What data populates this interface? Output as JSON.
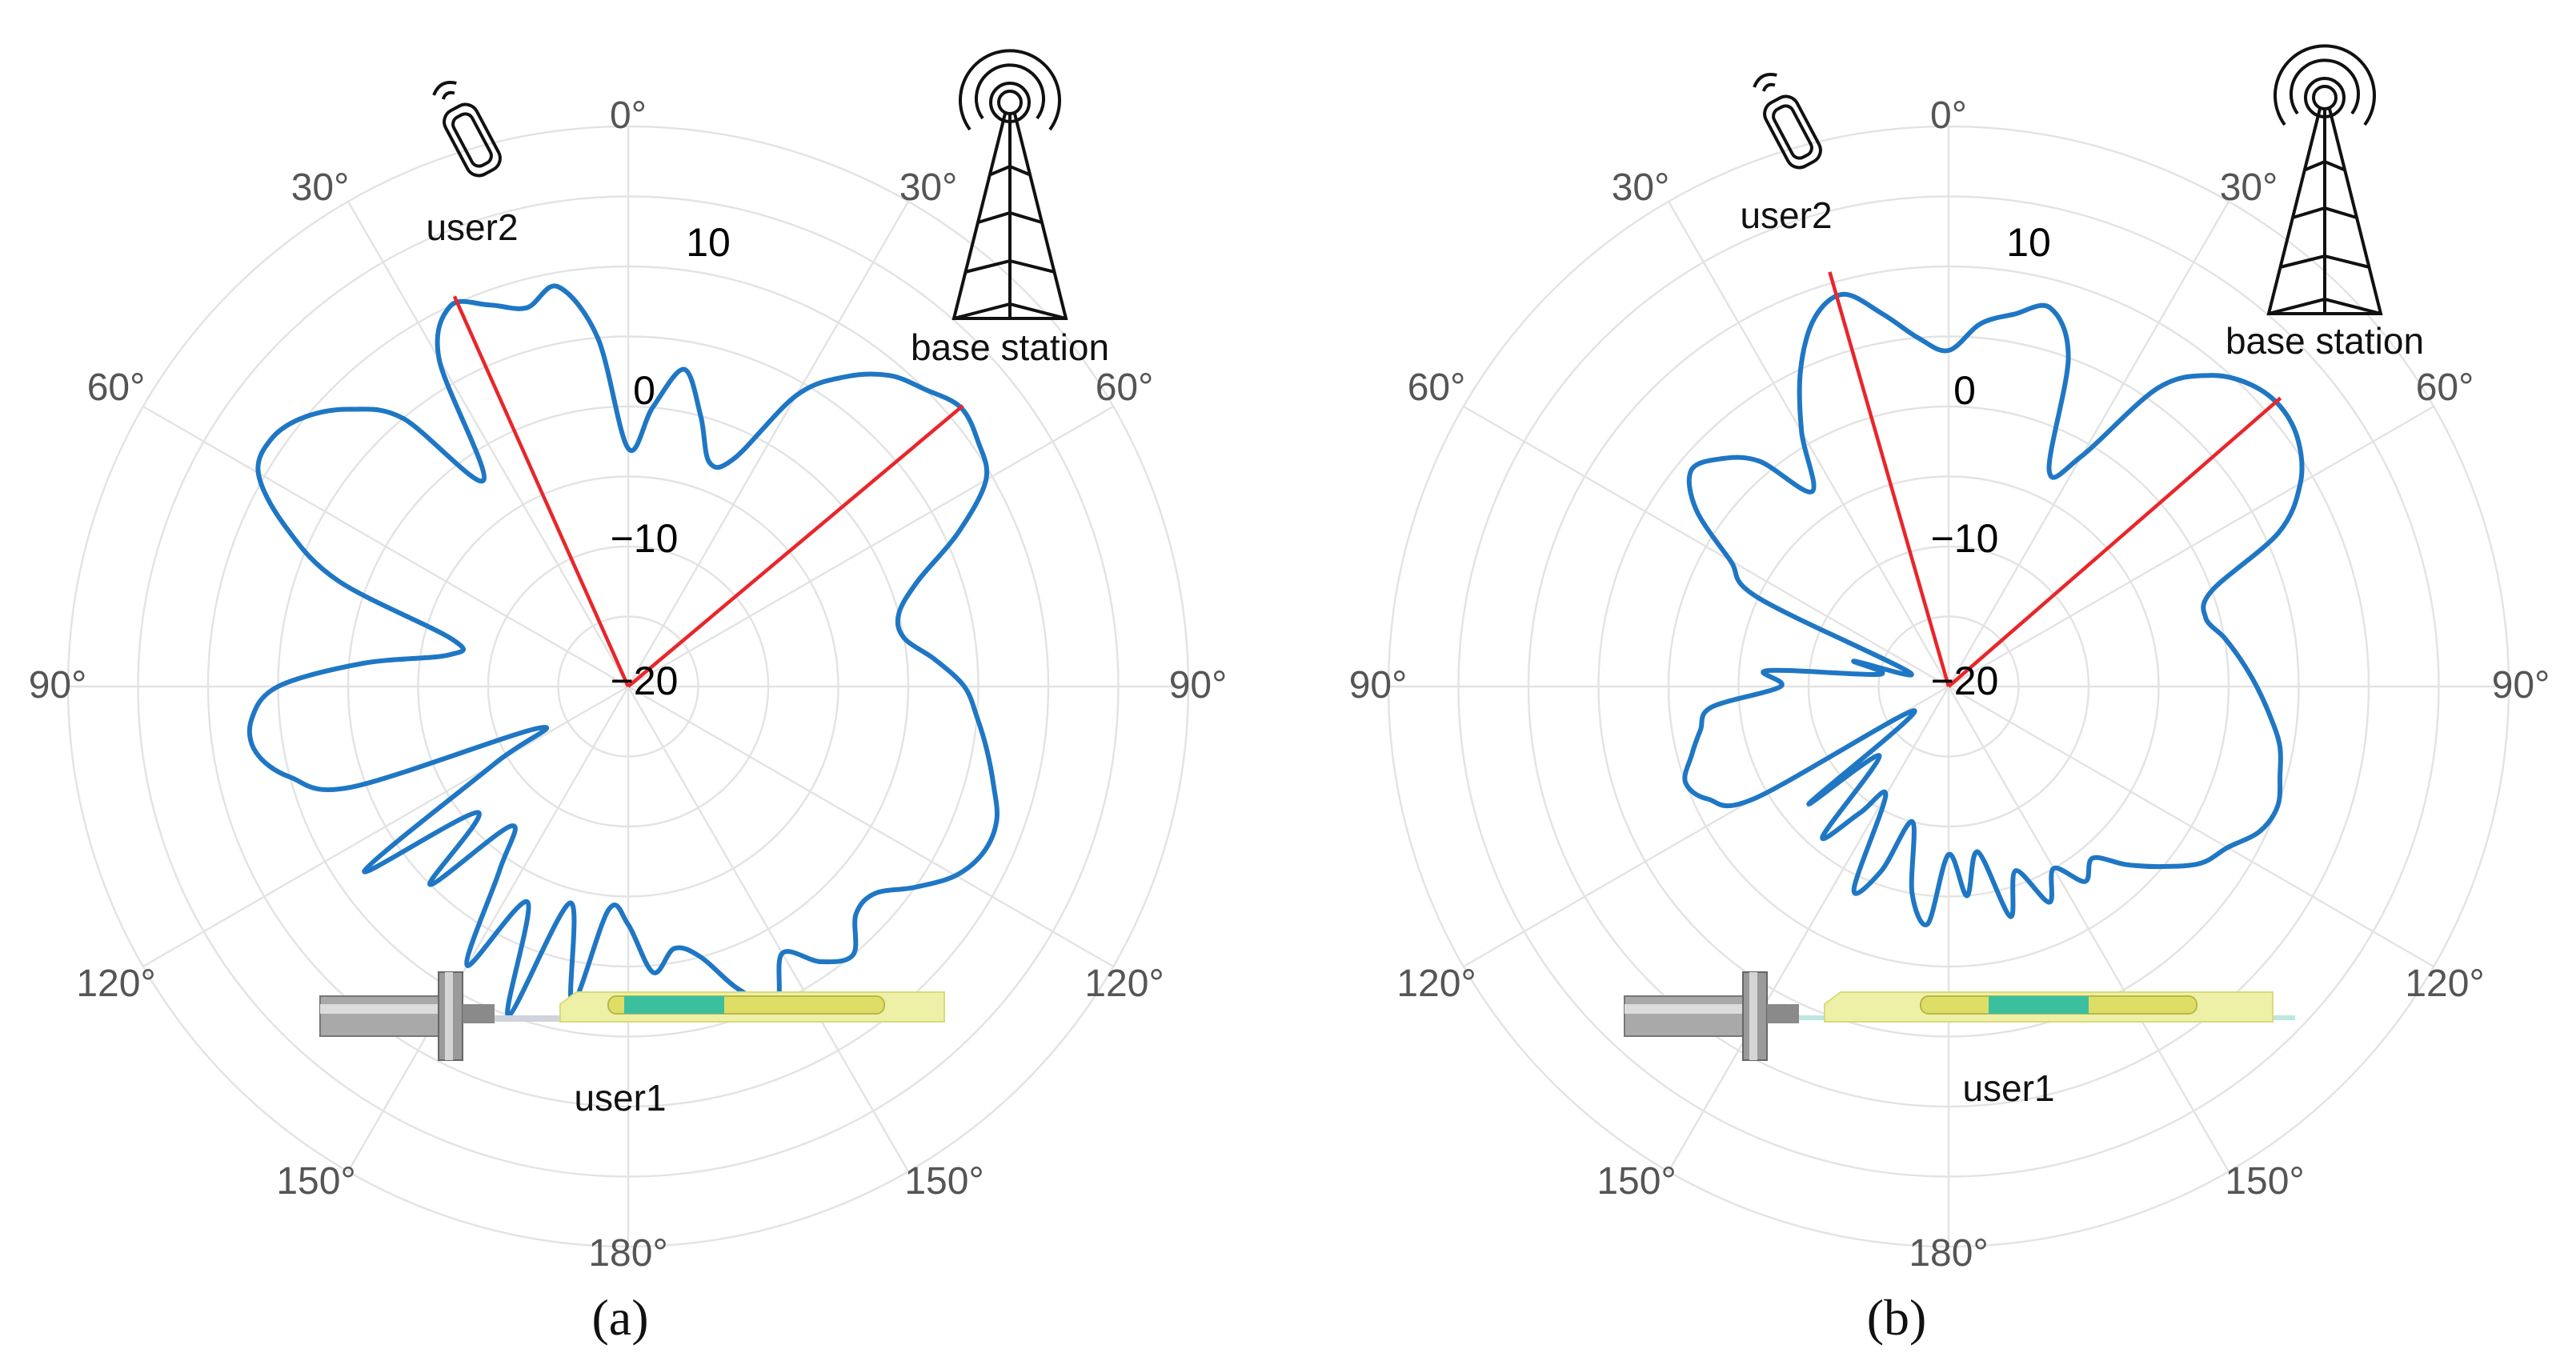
{
  "colors": {
    "pattern": "#1f77c4",
    "ray": "#e8262b",
    "grid": "#e3e3e3"
  },
  "icons": {
    "phone": "mobile-phone-icon",
    "tower": "base-station-tower-icon",
    "device": "spacecraft-device-icon"
  },
  "chart_data": [
    {
      "type": "polar-line",
      "panel_label": "(a)",
      "theta_labels": [
        "0°",
        "30°",
        "60°",
        "90°",
        "120°",
        "150°",
        "180°",
        "150°",
        "120°",
        "90°",
        "60°",
        "30°"
      ],
      "r_tick_labels": [
        "−20",
        "−10",
        "0",
        "10"
      ],
      "r_ticks": [
        -20,
        -10,
        0,
        10
      ],
      "r_range": [
        -20,
        20
      ],
      "grid": true,
      "annotations": {
        "user2": "user2",
        "base_station": "base station",
        "user1": "user1"
      },
      "rays": [
        {
          "target": "user2",
          "theta_deg": -24,
          "r": 10.5
        },
        {
          "target": "base station",
          "theta_deg": 50,
          "r": 11.2
        }
      ],
      "pattern": {
        "theta_deg": [
          0,
          5,
          10,
          15,
          20,
          25,
          30,
          35,
          40,
          45,
          50,
          55,
          60,
          65,
          70,
          75,
          80,
          85,
          90,
          95,
          100,
          105,
          110,
          115,
          120,
          125,
          130,
          135,
          140,
          145,
          150,
          155,
          160,
          165,
          170,
          175,
          180,
          185,
          190,
          195,
          200,
          205,
          210,
          215,
          220,
          225,
          230,
          235,
          240,
          245,
          250,
          255,
          260,
          265,
          270,
          275,
          280,
          285,
          290,
          295,
          300,
          305,
          310,
          315,
          320,
          325,
          330,
          335,
          340,
          345,
          350,
          355
        ],
        "r": [
          -3,
          0,
          3,
          0,
          -3,
          -2,
          4,
          7,
          9,
          10,
          11,
          10.5,
          9.5,
          6,
          2,
          0,
          0,
          2,
          4,
          5,
          6,
          7,
          8,
          8,
          7,
          5,
          3,
          3,
          5,
          4,
          2,
          5,
          3,
          0,
          -1,
          0.5,
          -3,
          -4,
          3,
          -4,
          5,
          -3,
          3,
          -4,
          -7,
          0,
          -6,
          3,
          -9,
          -13,
          1,
          5,
          7,
          7,
          5,
          -1,
          -7,
          -7,
          2,
          7,
          10.5,
          11,
          10,
          8,
          5,
          -2,
          7,
          10,
          9,
          8,
          9,
          5
        ]
      }
    },
    {
      "type": "polar-line",
      "panel_label": "(b)",
      "theta_labels": [
        "0°",
        "30°",
        "60°",
        "90°",
        "120°",
        "150°",
        "180°",
        "150°",
        "120°",
        "90°",
        "60°",
        "30°"
      ],
      "r_tick_labels": [
        "−20",
        "−10",
        "0",
        "10"
      ],
      "r_ticks": [
        -20,
        -10,
        0,
        10
      ],
      "r_range": [
        -20,
        20
      ],
      "grid": true,
      "annotations": {
        "user2": "user2",
        "base_station": "base station",
        "user1": "user1"
      },
      "rays": [
        {
          "target": "user2",
          "theta_deg": -16,
          "r": 10.8
        },
        {
          "target": "base station",
          "theta_deg": 49,
          "r": 11.4
        }
      ],
      "pattern": {
        "theta_deg": [
          0,
          5,
          10,
          15,
          20,
          25,
          30,
          35,
          40,
          45,
          50,
          55,
          60,
          65,
          70,
          75,
          80,
          85,
          90,
          95,
          100,
          105,
          110,
          115,
          120,
          125,
          130,
          135,
          140,
          145,
          150,
          155,
          160,
          165,
          170,
          175,
          180,
          185,
          190,
          195,
          200,
          205,
          210,
          215,
          220,
          225,
          230,
          235,
          240,
          245,
          250,
          255,
          260,
          265,
          270,
          275,
          280,
          285,
          290,
          295,
          300,
          305,
          310,
          315,
          320,
          325,
          330,
          335,
          340,
          345,
          350,
          355
        ],
        "r": [
          4,
          6,
          7,
          8,
          5,
          -3,
          -1,
          6,
          9,
          10.5,
          11,
          10.5,
          9,
          6,
          0,
          -1,
          0,
          1,
          2,
          3,
          4,
          4.5,
          5,
          4.5,
          3,
          2,
          0,
          -2,
          -4,
          -3,
          -5,
          -3,
          -6,
          -3,
          -8,
          -5,
          -8,
          -3,
          -5,
          -10,
          -6,
          -4,
          -11,
          -9,
          -6,
          -13,
          -7,
          -17,
          -4,
          -1,
          0,
          -1,
          -2,
          -3,
          -8,
          -7,
          -15,
          -13,
          -17,
          -5,
          -2,
          2,
          4,
          3,
          1,
          -3,
          1,
          5,
          8,
          9,
          7,
          5
        ]
      }
    }
  ]
}
